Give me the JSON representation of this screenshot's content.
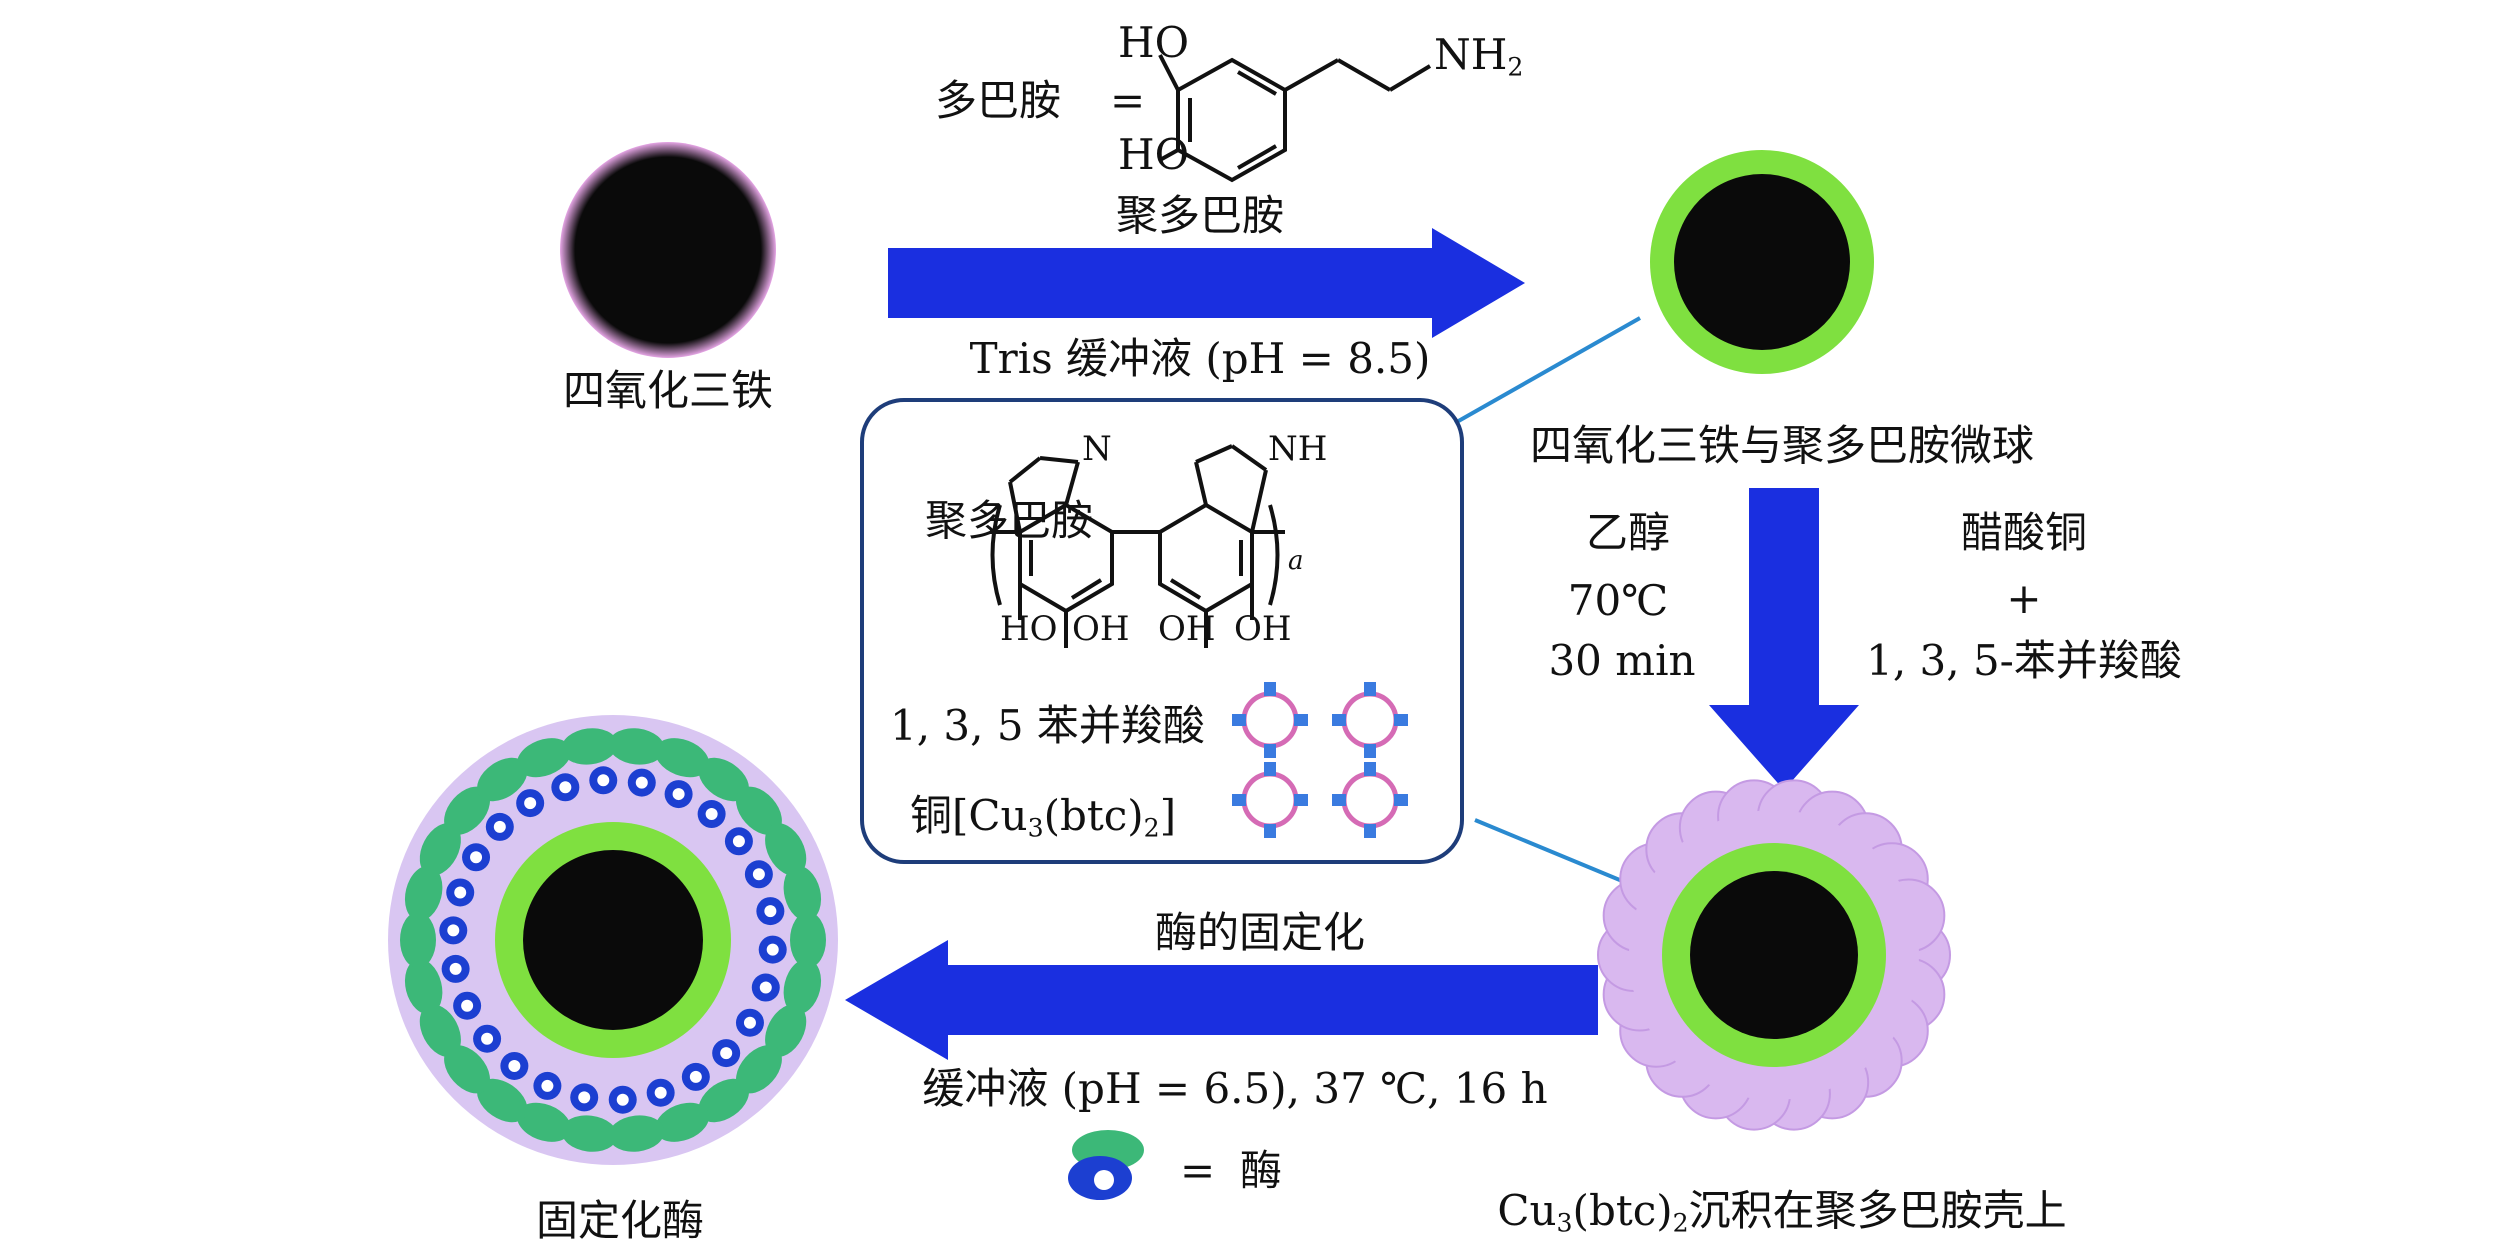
{
  "dopamine": {
    "label": "多巴胺",
    "equals": "=",
    "ho_top": "HO",
    "ho_bottom": "HO",
    "nh2": "NH",
    "nh2_sub": "2"
  },
  "particles": {
    "fe3o4": "四氧化三铁",
    "fe3o4_pda": "四氧化三铁与聚多巴胺微球",
    "cu_btc_on_pda_prefix": "Cu",
    "cu_btc_on_pda_sub1": "3",
    "cu_btc_on_pda_mid": "(btc)",
    "cu_btc_on_pda_sub2": "2",
    "cu_btc_on_pda_suffix": "沉积在聚多巴胺壳上",
    "immobilized": "固定化酶"
  },
  "steps": {
    "step1_top": "聚多巴胺",
    "step1_bottom": "Tris 缓冲液 (pH = 8.5)",
    "step2_left_1": "乙醇",
    "step2_left_2": "70℃",
    "step2_left_3": "30 min",
    "step2_right_1": "醋酸铜",
    "step2_right_2": "+",
    "step2_right_3": "1, 3, 5-苯并羧酸",
    "step3_top": "酶的固定化",
    "step3_bottom": "缓冲液 (pH = 6.5), 37 ℃, 16 h"
  },
  "legend_box": {
    "pda_label": "聚多巴胺",
    "pda_oh": [
      "HO",
      "OH",
      "OH",
      "OH"
    ],
    "pda_n": "N",
    "pda_nh": "NH",
    "pda_repeat": "a",
    "mof_label_1": "1, 3, 5 苯并羧酸",
    "mof_label_2_prefix": "铜[Cu",
    "mof_label_2_sub1": "3",
    "mof_label_2_mid": "(btc)",
    "mof_label_2_sub2": "2",
    "mof_label_2_suffix": "]"
  },
  "enzyme_legend": {
    "equals": "=",
    "label": "酶"
  },
  "colors": {
    "arrow": "#1a2fe0",
    "core": "#0a0a0a",
    "pda_shell": "#7fe040",
    "mof": "#d9b8ef",
    "box_border": "#1e3d7a",
    "connector": "#2a8ad0",
    "enzyme_green": "#3cb878",
    "enzyme_blue": "#1c3fd1"
  }
}
